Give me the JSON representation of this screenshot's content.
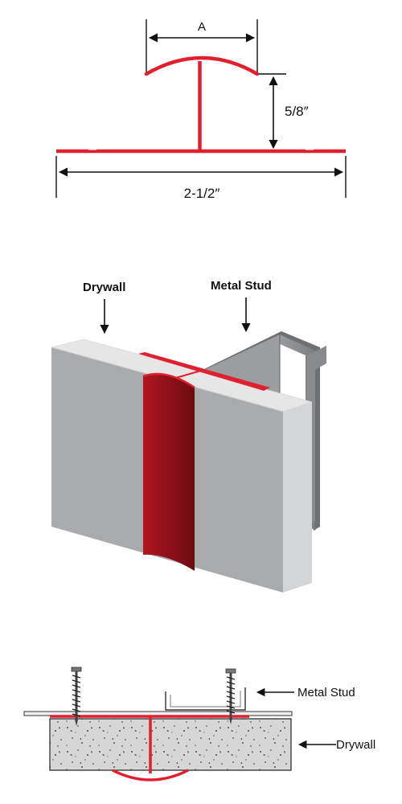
{
  "dimensions": {
    "width_label": "A",
    "height_label": "5/8″",
    "length_label": "2-1/2″"
  },
  "isometric": {
    "drywall_label": "Drywall",
    "stud_label": "Metal Stud"
  },
  "section": {
    "stud_label": "Metal Stud",
    "drywall_label": "Drywall"
  },
  "colors": {
    "trim_red": "#e0202e",
    "trim_dark_red": "#8e1018",
    "drywall_face": "#a9aaac",
    "drywall_side": "#d4d5d6",
    "drywall_top": "#e6e6e7",
    "stud_gray": "#8d8e90",
    "concrete": "#d8d8d8",
    "line": "#111111"
  }
}
